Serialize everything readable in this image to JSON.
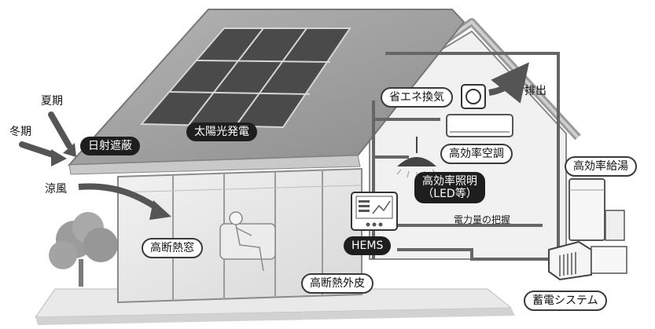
{
  "labels": {
    "summer": "夏期",
    "winter": "冬期",
    "sun_shading": "日射遮蔽",
    "cool_breeze": "涼風",
    "solar_power": "太陽光発電",
    "energy_saving_ventilation": "省エネ換気",
    "exhaust": "排出",
    "high_efficiency_ac": "高効率空調",
    "high_efficiency_lighting": "高効率照明",
    "led_etc": "（LED等）",
    "high_efficiency_water_heater": "高効率給湯",
    "power_monitoring": "電力量の把握",
    "hems": "HEMS",
    "insulated_window": "高断熱窓",
    "insulated_envelope": "高断熱外皮",
    "storage_system": "蓄電システム"
  },
  "colors": {
    "roof": "#9a9a9a",
    "panel": "#4a4a4a",
    "wire": "#666666",
    "dark_label": "#1e1e1e",
    "arrow": "#555555"
  }
}
